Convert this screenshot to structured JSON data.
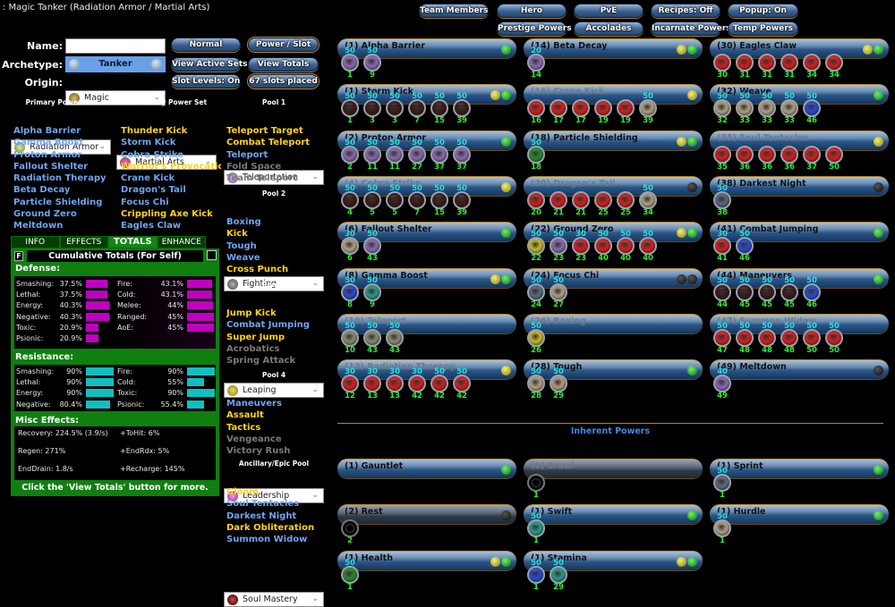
{
  "window_title": ": Magic Tanker (Radiation Armor / Martial Arts)",
  "header": {
    "name_label": "Name:",
    "name_value": "",
    "archetype_label": "Archetype:",
    "archetype_value": "Tanker",
    "origin_label": "Origin:",
    "origin_value": "Magic",
    "buttons": {
      "normal": "Normal",
      "power_slot": "Power / Slot",
      "view_active_sets": "View Active Sets",
      "view_totals": "View Totals",
      "slot_levels": "Slot Levels: On",
      "slots_placed": "67 slots placed"
    }
  },
  "top_buttons": {
    "team_members": "Team Members",
    "hero": "Hero",
    "pve": "PvE",
    "recipes": "Recipes: Off",
    "popup": "Popup: On",
    "prestige": "Prestige Powers",
    "accolades": "Accolades",
    "incarnate": "Incarnate Powers",
    "temp": "Temp Powers"
  },
  "primary": {
    "heading": "Primary Power Set",
    "selected": "Radiation Armor",
    "powers": [
      {
        "n": "Alpha Barrier",
        "c": "b"
      },
      {
        "n": "Gamma Boost",
        "c": "b"
      },
      {
        "n": "Proton Armor",
        "c": "b"
      },
      {
        "n": "Fallout Shelter",
        "c": "b"
      },
      {
        "n": "Radiation Therapy",
        "c": "b"
      },
      {
        "n": "Beta Decay",
        "c": "b"
      },
      {
        "n": "Particle Shielding",
        "c": "b"
      },
      {
        "n": "Ground Zero",
        "c": "b"
      },
      {
        "n": "Meltdown",
        "c": "b"
      }
    ]
  },
  "secondary": {
    "heading": "Secondary Power Set",
    "selected": "Martial Arts",
    "powers": [
      {
        "n": "Thunder Kick",
        "c": "y"
      },
      {
        "n": "Storm Kick",
        "c": "b"
      },
      {
        "n": "Cobra Strike",
        "c": "b"
      },
      {
        "n": "Warrior's Provocatio",
        "c": "y"
      },
      {
        "n": "Crane Kick",
        "c": "b"
      },
      {
        "n": "Dragon's Tail",
        "c": "b"
      },
      {
        "n": "Focus Chi",
        "c": "b"
      },
      {
        "n": "Crippling Axe Kick",
        "c": "y"
      },
      {
        "n": "Eagles Claw",
        "c": "b"
      }
    ]
  },
  "pools": [
    {
      "heading": "Pool 1",
      "selected": "Teleportation",
      "powers": [
        {
          "n": "Teleport Target",
          "c": "y"
        },
        {
          "n": "Combat Teleport",
          "c": "y"
        },
        {
          "n": "Teleport",
          "c": "b"
        },
        {
          "n": "Fold Space",
          "c": "g"
        },
        {
          "n": "Team Teleport",
          "c": "g"
        }
      ]
    },
    {
      "heading": "Pool 2",
      "selected": "Fighting",
      "powers": [
        {
          "n": "Boxing",
          "c": "b"
        },
        {
          "n": "Kick",
          "c": "y"
        },
        {
          "n": "Tough",
          "c": "b"
        },
        {
          "n": "Weave",
          "c": "b"
        },
        {
          "n": "Cross Punch",
          "c": "y"
        }
      ]
    },
    {
      "heading": "Pool 3",
      "selected": "Leaping",
      "powers": [
        {
          "n": "Jump Kick",
          "c": "y"
        },
        {
          "n": "Combat Jumping",
          "c": "b"
        },
        {
          "n": "Super Jump",
          "c": "y"
        },
        {
          "n": "Acrobatics",
          "c": "g"
        },
        {
          "n": "Spring Attack",
          "c": "g"
        }
      ]
    },
    {
      "heading": "Pool 4",
      "selected": "Leadership",
      "powers": [
        {
          "n": "Maneuvers",
          "c": "b"
        },
        {
          "n": "Assault",
          "c": "y"
        },
        {
          "n": "Tactics",
          "c": "y"
        },
        {
          "n": "Vengeance",
          "c": "g"
        },
        {
          "n": "Victory Rush",
          "c": "g"
        }
      ]
    },
    {
      "heading": "Ancillary/Epic Pool",
      "selected": "Soul Mastery",
      "powers": [
        {
          "n": "Gloom",
          "c": "y"
        },
        {
          "n": "Soul Tentacles",
          "c": "b"
        },
        {
          "n": "Darkest Night",
          "c": "b"
        },
        {
          "n": "Dark Obliteration",
          "c": "y"
        },
        {
          "n": "Summon Widow",
          "c": "b"
        }
      ]
    }
  ],
  "info_tabs": [
    "INFO",
    "EFFECTS",
    "TOTALS",
    "ENHANCE"
  ],
  "active_tab": "TOTALS",
  "totals": {
    "f_button": "F",
    "title": "Cumulative Totals (For Self)",
    "defense_heading": "Defense:",
    "defense_left": [
      {
        "k": "Smashing:",
        "v": "37.5%",
        "w": 37.5
      },
      {
        "k": "Lethal:",
        "v": "37.5%",
        "w": 37.5
      },
      {
        "k": "Energy:",
        "v": "40.3%",
        "w": 40.3
      },
      {
        "k": "Negative:",
        "v": "40.3%",
        "w": 40.3
      },
      {
        "k": "Toxic:",
        "v": "20.9%",
        "w": 20.9
      },
      {
        "k": "Psionic:",
        "v": "20.9%",
        "w": 20.9
      }
    ],
    "defense_right": [
      {
        "k": "Fire:",
        "v": "43.1%",
        "w": 43.1
      },
      {
        "k": "Cold:",
        "v": "43.1%",
        "w": 43.1
      },
      {
        "k": "Melee:",
        "v": "44%",
        "w": 44
      },
      {
        "k": "Ranged:",
        "v": "45%",
        "w": 45
      },
      {
        "k": "AoE:",
        "v": "45%",
        "w": 45
      }
    ],
    "resistance_heading": "Resistance:",
    "resistance_left": [
      {
        "k": "Smashing:",
        "v": "90%",
        "w": 90
      },
      {
        "k": "Lethal:",
        "v": "90%",
        "w": 90
      },
      {
        "k": "Energy:",
        "v": "90%",
        "w": 90
      },
      {
        "k": "Negative:",
        "v": "80.4%",
        "w": 80.4
      }
    ],
    "resistance_right": [
      {
        "k": "Fire:",
        "v": "90%",
        "w": 90
      },
      {
        "k": "Cold:",
        "v": "55%",
        "w": 55
      },
      {
        "k": "Toxic:",
        "v": "90%",
        "w": 90
      },
      {
        "k": "Psionic:",
        "v": "55.4%",
        "w": 55.4
      }
    ],
    "misc_heading": "Misc Effects:",
    "misc": [
      [
        "Recovery: 224.5% (3.9/s)",
        "+ToHit: 6%"
      ],
      [
        "Regen: 271%",
        "+EndRdx: 5%"
      ],
      [
        "EndDrain: 1.8/s",
        "+Recharge: 145%"
      ]
    ],
    "footer": "Click the 'View Totals' button for more."
  },
  "colors": {
    "enh_purple": "#8a6ab0",
    "enh_red": "#d02020",
    "enh_dark": "#3a1a1a",
    "enh_blue": "#2a4ad0",
    "enh_teal": "#2a9a8a",
    "enh_yellow": "#c8b828",
    "enh_green": "#2a8a2a",
    "enh_gray": "#8a8a70",
    "enh_tan": "#b0a080",
    "enh_slate": "#5a6a80"
  },
  "build": [
    {
      "name": "(1) Alpha Barrier",
      "dim": false,
      "dots": [
        "g"
      ],
      "slots": [
        [
          "50",
          "1",
          "enh_purple"
        ],
        [
          "50",
          "9",
          "enh_purple"
        ]
      ]
    },
    {
      "name": "(1) Storm Kick",
      "dim": false,
      "dots": [
        "y",
        "g"
      ],
      "slots": [
        [
          "50",
          "1",
          "enh_dark"
        ],
        [
          "50",
          "3",
          "enh_dark"
        ],
        [
          "50",
          "3",
          "enh_dark"
        ],
        [
          "50",
          "7",
          "enh_dark"
        ],
        [
          "50",
          "15",
          "enh_dark"
        ],
        [
          "50",
          "39",
          "enh_dark"
        ]
      ]
    },
    {
      "name": "(2) Proton Armor",
      "dim": false,
      "dots": [
        "g"
      ],
      "slots": [
        [
          "50",
          "2",
          "enh_purple"
        ],
        [
          "50",
          "11",
          "enh_purple"
        ],
        [
          "50",
          "11",
          "enh_purple"
        ],
        [
          "50",
          "27",
          "enh_purple"
        ],
        [
          "50",
          "37",
          "enh_purple"
        ],
        [
          "50",
          "37",
          "enh_purple"
        ]
      ]
    },
    {
      "name": "(4) Cobra Strike",
      "dim": true,
      "dots": [
        "y"
      ],
      "slots": [
        [
          "50",
          "4",
          "enh_dark"
        ],
        [
          "50",
          "5",
          "enh_dark"
        ],
        [
          "50",
          "5",
          "enh_dark"
        ],
        [
          "50",
          "7",
          "enh_dark"
        ],
        [
          "50",
          "15",
          "enh_dark"
        ],
        [
          "50",
          "39",
          "enh_dark"
        ]
      ]
    },
    {
      "name": "(6) Fallout Shelter",
      "dim": false,
      "dots": [
        "g"
      ],
      "slots": [
        [
          "30",
          "6",
          "enh_tan"
        ],
        [
          "50",
          "43",
          "enh_purple"
        ]
      ]
    },
    {
      "name": "(8) Gamma Boost",
      "dim": false,
      "dots": [
        "y",
        "g"
      ],
      "slots": [
        [
          "50",
          "8",
          "enh_blue"
        ],
        [
          "50",
          "9",
          "enh_teal"
        ]
      ]
    },
    {
      "name": "(10) Teleport",
      "dim": true,
      "dots": [],
      "slots": [
        [
          "50",
          "10",
          "enh_gray"
        ],
        [
          "50",
          "43",
          "enh_gray"
        ],
        [
          "50",
          "43",
          "enh_gray"
        ]
      ]
    },
    {
      "name": "(12) Radiation Therapy",
      "dim": true,
      "dots": [
        "y"
      ],
      "slots": [
        [
          "30",
          "12",
          "enh_red"
        ],
        [
          "30",
          "13",
          "enh_red"
        ],
        [
          "30",
          "13",
          "enh_red"
        ],
        [
          "30",
          "42",
          "enh_red"
        ],
        [
          "50",
          "42",
          "enh_red"
        ],
        [
          "50",
          "42",
          "enh_red"
        ]
      ]
    },
    {
      "name": "(14) Beta Decay",
      "dim": false,
      "dots": [
        "y",
        "g"
      ],
      "slots": [
        [
          "20",
          "14",
          "enh_purple"
        ]
      ]
    },
    {
      "name": "(16) Crane Kick",
      "dim": true,
      "dots": [
        "y"
      ],
      "slots": [
        [
          "",
          "16",
          "enh_red"
        ],
        [
          "",
          "17",
          "enh_red"
        ],
        [
          "",
          "17",
          "enh_red"
        ],
        [
          "",
          "19",
          "enh_red"
        ],
        [
          "",
          "19",
          "enh_red"
        ],
        [
          "50",
          "39",
          "enh_tan"
        ]
      ]
    },
    {
      "name": "(18) Particle Shielding",
      "dim": false,
      "dots": [
        "y",
        "g"
      ],
      "slots": [
        [
          "50",
          "18",
          "enh_green"
        ]
      ]
    },
    {
      "name": "(20) Dragon's Tail",
      "dim": true,
      "dots": [
        "k"
      ],
      "slots": [
        [
          "",
          "20",
          "enh_red"
        ],
        [
          "",
          "21",
          "enh_red"
        ],
        [
          "",
          "21",
          "enh_red"
        ],
        [
          "",
          "25",
          "enh_red"
        ],
        [
          "",
          "25",
          "enh_red"
        ],
        [
          "50",
          "34",
          "enh_tan"
        ]
      ]
    },
    {
      "name": "(22) Ground Zero",
      "dim": false,
      "dots": [
        "y",
        "g"
      ],
      "slots": [
        [
          "50",
          "22",
          "enh_yellow"
        ],
        [
          "50",
          "23",
          "enh_purple"
        ],
        [
          "30",
          "23",
          "enh_red"
        ],
        [
          "50",
          "40",
          "enh_red"
        ],
        [
          "50",
          "40",
          "enh_red"
        ],
        [
          "50",
          "40",
          "enh_red"
        ]
      ]
    },
    {
      "name": "(24) Focus Chi",
      "dim": false,
      "dots": [
        "k",
        "k"
      ],
      "slots": [
        [
          "50",
          "24",
          "enh_slate"
        ],
        [
          "50",
          "27",
          "enh_tan"
        ]
      ]
    },
    {
      "name": "(26) Boxing",
      "dim": true,
      "dots": [],
      "slots": [
        [
          "50",
          "26",
          "enh_yellow"
        ]
      ]
    },
    {
      "name": "(28) Tough",
      "dim": false,
      "dots": [
        "g"
      ],
      "slots": [
        [
          "50",
          "28",
          "enh_tan"
        ],
        [
          "50",
          "29",
          "enh_tan"
        ]
      ]
    },
    {
      "name": "(30) Eagles Claw",
      "dim": false,
      "dots": [
        "y",
        "g"
      ],
      "slots": [
        [
          "",
          "30",
          "enh_red"
        ],
        [
          "",
          "31",
          "enh_red"
        ],
        [
          "",
          "31",
          "enh_red"
        ],
        [
          "",
          "31",
          "enh_red"
        ],
        [
          "",
          "34",
          "enh_red"
        ],
        [
          "",
          "34",
          "enh_red"
        ]
      ]
    },
    {
      "name": "(32) Weave",
      "dim": false,
      "dots": [
        "g"
      ],
      "slots": [
        [
          "50",
          "32",
          "enh_tan"
        ],
        [
          "50",
          "33",
          "enh_tan"
        ],
        [
          "50",
          "33",
          "enh_tan"
        ],
        [
          "50",
          "33",
          "enh_tan"
        ],
        [
          "50",
          "46",
          "enh_blue"
        ]
      ]
    },
    {
      "name": "(35) Soul Tentacles",
      "dim": true,
      "dots": [
        "y"
      ],
      "slots": [
        [
          "",
          "35",
          "enh_red"
        ],
        [
          "",
          "36",
          "enh_red"
        ],
        [
          "",
          "36",
          "enh_red"
        ],
        [
          "",
          "36",
          "enh_red"
        ],
        [
          "",
          "37",
          "enh_red"
        ],
        [
          "",
          "50",
          "enh_red"
        ]
      ]
    },
    {
      "name": "(38) Darkest Night",
      "dim": false,
      "dots": [
        "k"
      ],
      "slots": [
        [
          "50",
          "38",
          "enh_slate"
        ]
      ]
    },
    {
      "name": "(41) Combat Jumping",
      "dim": false,
      "dots": [
        "g"
      ],
      "slots": [
        [
          "30",
          "41",
          "enh_red"
        ],
        [
          "50",
          "46",
          "enh_blue"
        ]
      ]
    },
    {
      "name": "(44) Maneuvers",
      "dim": false,
      "dots": [
        "g"
      ],
      "slots": [
        [
          "50",
          "44",
          "enh_dark"
        ],
        [
          "50",
          "45",
          "enh_dark"
        ],
        [
          "50",
          "45",
          "enh_dark"
        ],
        [
          "50",
          "45",
          "enh_dark"
        ],
        [
          "50",
          "46",
          "enh_blue"
        ]
      ]
    },
    {
      "name": "(47) Summon Widow",
      "dim": true,
      "dots": [],
      "slots": [
        [
          "50",
          "47",
          "enh_red"
        ],
        [
          "50",
          "48",
          "enh_red"
        ],
        [
          "50",
          "48",
          "enh_red"
        ],
        [
          "50",
          "48",
          "enh_red"
        ],
        [
          "50",
          "50",
          "enh_red"
        ],
        [
          "50",
          "50",
          "enh_red"
        ]
      ]
    },
    {
      "name": "(49) Meltdown",
      "dim": false,
      "dots": [
        "k"
      ],
      "slots": [
        [
          "40",
          "49",
          "enh_purple"
        ]
      ]
    }
  ],
  "inherent_heading": "Inherent Powers",
  "inherent": [
    {
      "name": "(1) Gauntlet",
      "dim": false,
      "gray": false,
      "dots": [
        "g"
      ],
      "slots": []
    },
    {
      "name": "(1) Brawl",
      "dim": true,
      "gray": true,
      "dots": [],
      "slots": [
        [
          "",
          "1",
          "empty"
        ]
      ]
    },
    {
      "name": "(1) Sprint",
      "dim": false,
      "gray": false,
      "dots": [
        "g"
      ],
      "slots": [
        [
          "50",
          "1",
          "enh_slate"
        ]
      ]
    },
    {
      "name": "(2) Rest",
      "dim": false,
      "gray": true,
      "dots": [
        "k"
      ],
      "slots": [
        [
          "",
          "2",
          "empty"
        ]
      ]
    },
    {
      "name": "(1) Swift",
      "dim": false,
      "gray": false,
      "dots": [
        "g"
      ],
      "slots": [
        [
          "50",
          "1",
          "enh_teal"
        ]
      ]
    },
    {
      "name": "(1) Hurdle",
      "dim": false,
      "gray": false,
      "dots": [
        "g"
      ],
      "slots": [
        [
          "50",
          "1",
          "enh_tan"
        ]
      ]
    },
    {
      "name": "(1) Health",
      "dim": false,
      "gray": false,
      "dots": [
        "y",
        "g"
      ],
      "slots": [
        [
          "50",
          "1",
          "enh_green"
        ]
      ]
    },
    {
      "name": "(1) Stamina",
      "dim": false,
      "gray": false,
      "dots": [
        "y",
        "g"
      ],
      "slots": [
        [
          "50",
          "1",
          "enh_blue"
        ],
        [
          "50",
          "29",
          "enh_teal"
        ]
      ]
    }
  ]
}
